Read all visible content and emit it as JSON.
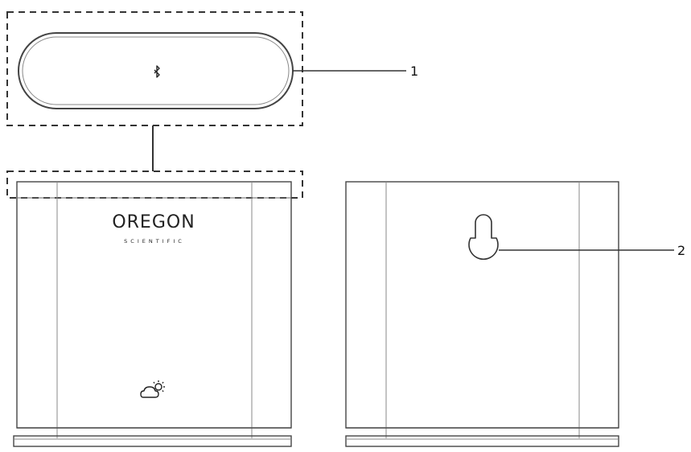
{
  "callouts": [
    {
      "number": "1"
    },
    {
      "number": "2"
    }
  ],
  "brand": {
    "name_main": "OREGON",
    "name_sub": "SCIENTIFIC"
  },
  "icons": {
    "top_button": "bluetooth-icon",
    "front_weather": "partly-sunny-weather-icon",
    "back_mount": "keyhole-wall-mount-icon"
  },
  "colors": {
    "line": "#333333",
    "background": "#ffffff"
  }
}
